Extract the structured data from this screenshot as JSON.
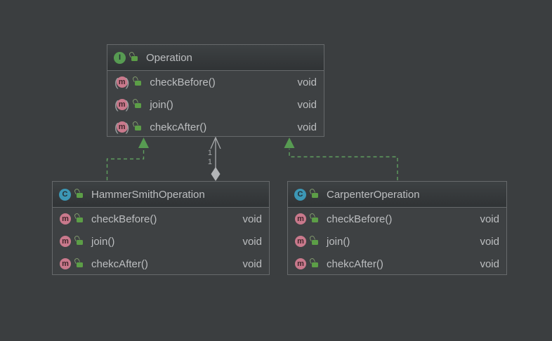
{
  "diagram": {
    "background_color": "#3b3e40",
    "node_border_color": "#66696b",
    "text_color": "#bcbec0",
    "realization_edge_color": "#5f9e5f",
    "association_edge_color": "#a7a9ab",
    "interface_icon_color": "#579b52",
    "class_icon_color": "#3c97b5",
    "method_icon_color": "#c9798c",
    "public_lock_icon_color": "#5c9e47"
  },
  "classes": [
    {
      "name": "Operation",
      "kind": "interface",
      "kind_letter": "I",
      "methods": [
        {
          "icon": "abstract-method-icon",
          "name": "checkBefore()",
          "type": "void"
        },
        {
          "icon": "abstract-method-icon",
          "name": "join()",
          "type": "void"
        },
        {
          "icon": "abstract-method-icon",
          "name": "chekcAfter()",
          "type": "void"
        }
      ]
    },
    {
      "name": "HammerSmithOperation",
      "kind": "class",
      "kind_letter": "C",
      "methods": [
        {
          "icon": "method-icon",
          "name": "checkBefore()",
          "type": "void"
        },
        {
          "icon": "method-icon",
          "name": "join()",
          "type": "void"
        },
        {
          "icon": "method-icon",
          "name": "chekcAfter()",
          "type": "void"
        }
      ]
    },
    {
      "name": "CarpenterOperation",
      "kind": "class",
      "kind_letter": "C",
      "methods": [
        {
          "icon": "method-icon",
          "name": "checkBefore()",
          "type": "void"
        },
        {
          "icon": "method-icon",
          "name": "join()",
          "type": "void"
        },
        {
          "icon": "method-icon",
          "name": "chekcAfter()",
          "type": "void"
        }
      ]
    }
  ],
  "edges": {
    "left_realization": {
      "type": "realization",
      "from": "HammerSmithOperation",
      "to": "Operation"
    },
    "right_realization": {
      "type": "realization",
      "from": "CarpenterOperation",
      "to": "Operation"
    },
    "association": {
      "type": "aggregation",
      "from": "HammerSmithOperation",
      "to": "Operation",
      "multiplicity_top": "1",
      "multiplicity_bottom": "1"
    }
  }
}
